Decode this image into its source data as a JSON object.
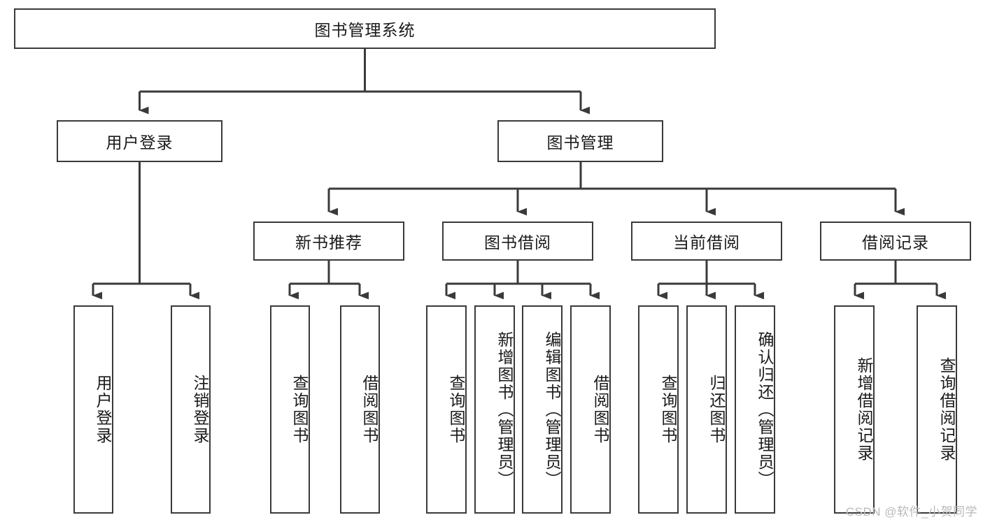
{
  "diagram": {
    "title": "图书管理系统",
    "type": "hierarchy-tree",
    "root": {
      "label": "图书管理系统"
    },
    "level2": [
      {
        "label": "用户登录"
      },
      {
        "label": "图书管理"
      }
    ],
    "level3": [
      {
        "label": "新书推荐"
      },
      {
        "label": "图书借阅"
      },
      {
        "label": "当前借阅"
      },
      {
        "label": "借阅记录"
      }
    ],
    "leaves": {
      "user_login": [
        {
          "label": "用户登录"
        },
        {
          "label": "注销登录"
        }
      ],
      "new_book_recommend": [
        {
          "label": "查询图书"
        },
        {
          "label": "借阅图书"
        }
      ],
      "book_borrow": [
        {
          "label": "查询图书"
        },
        {
          "label": "新增图书（管理员）"
        },
        {
          "label": "编辑图书（管理员）"
        },
        {
          "label": "借阅图书"
        }
      ],
      "current_borrow": [
        {
          "label": "查询图书"
        },
        {
          "label": "归还图书"
        },
        {
          "label": "确认归还（管理员）"
        }
      ],
      "borrow_records": [
        {
          "label": "新增借阅记录"
        },
        {
          "label": "查询借阅记录"
        }
      ]
    },
    "colors": {
      "stroke": "#3a3a3a",
      "fill": "#ffffff",
      "text": "#1a1a1a",
      "watermark": "#b9b9b9"
    }
  },
  "watermark": {
    "text": "CSDN @软件_小贺同学"
  }
}
